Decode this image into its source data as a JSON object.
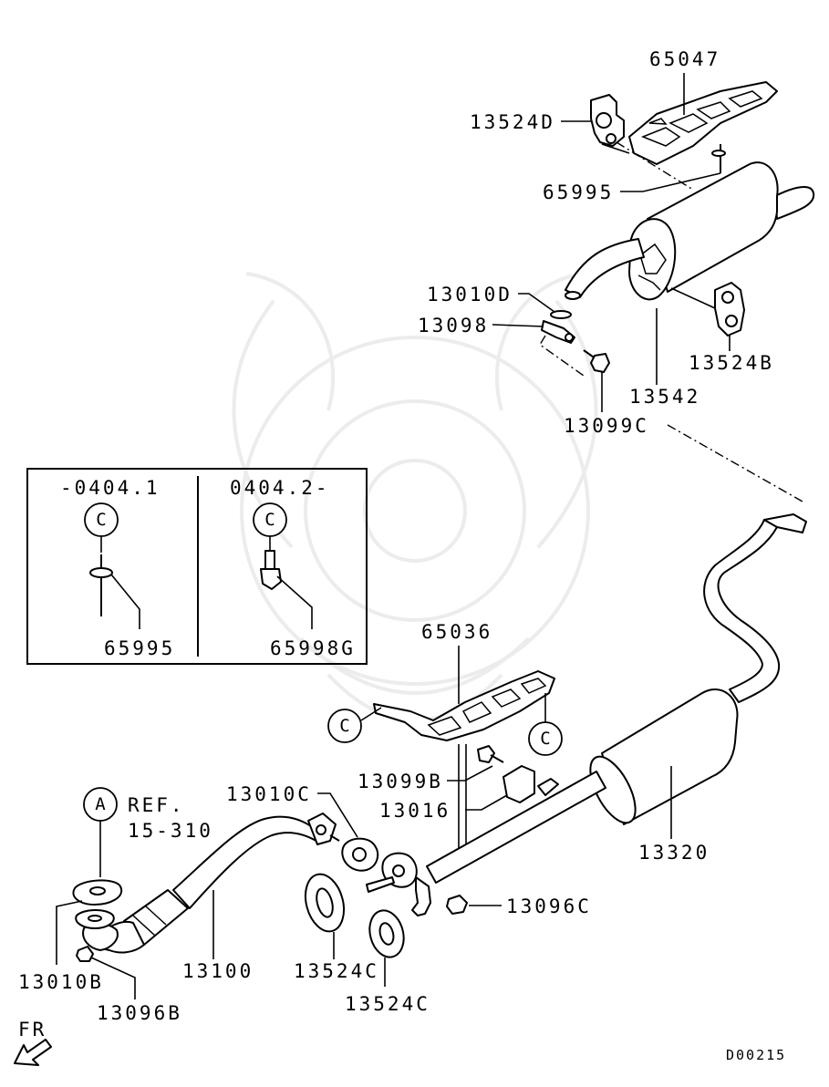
{
  "diagram_code": "D00215",
  "front_indicator": "FR",
  "reference": {
    "circle": "A",
    "label_line1": "REF.",
    "label_line2": "15-310"
  },
  "inset": {
    "left": {
      "range": "-0404.1",
      "circle": "C",
      "part": "65995"
    },
    "right": {
      "range": "0404.2-",
      "circle": "C",
      "part": "65998G"
    }
  },
  "heat_shield_circles": {
    "left": "C",
    "right": "C"
  },
  "parts": {
    "p65047": "65047",
    "p13524D": "13524D",
    "p65995": "65995",
    "p13010D": "13010D",
    "p13098": "13098",
    "p13524B": "13524B",
    "p13542": "13542",
    "p13099C": "13099C",
    "p65036": "65036",
    "p13099B": "13099B",
    "p13016": "13016",
    "p13010C": "13010C",
    "p13320": "13320",
    "p13096C": "13096C",
    "p13100": "13100",
    "p13524C_a": "13524C",
    "p13524C_b": "13524C",
    "p13010B": "13010B",
    "p13096B": "13096B"
  }
}
